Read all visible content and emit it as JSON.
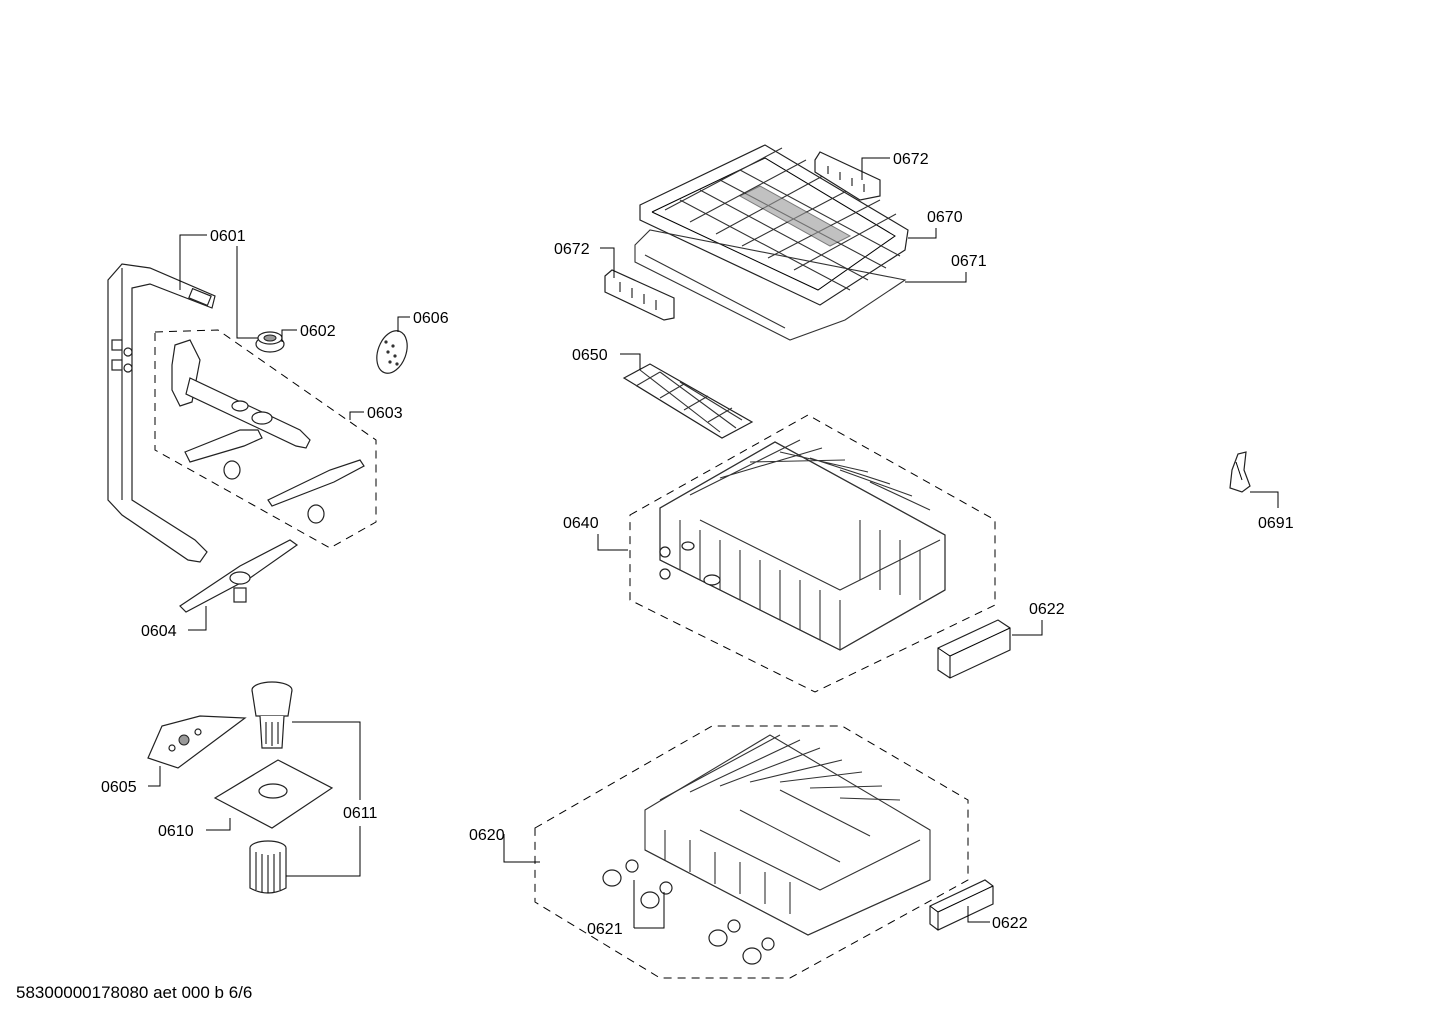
{
  "diagram": {
    "labels": {
      "p0601": "0601",
      "p0602": "0602",
      "p0603": "0603",
      "p0604": "0604",
      "p0605": "0605",
      "p0606": "0606",
      "p0610": "0610",
      "p0611": "0611",
      "p0620": "0620",
      "p0621": "0621",
      "p0622a": "0622",
      "p0622b": "0622",
      "p0640": "0640",
      "p0650": "0650",
      "p0670": "0670",
      "p0671": "0671",
      "p0672a": "0672",
      "p0672b": "0672",
      "p0691": "0691"
    },
    "footer": "58300000178080 aet 000 b 6/6"
  }
}
